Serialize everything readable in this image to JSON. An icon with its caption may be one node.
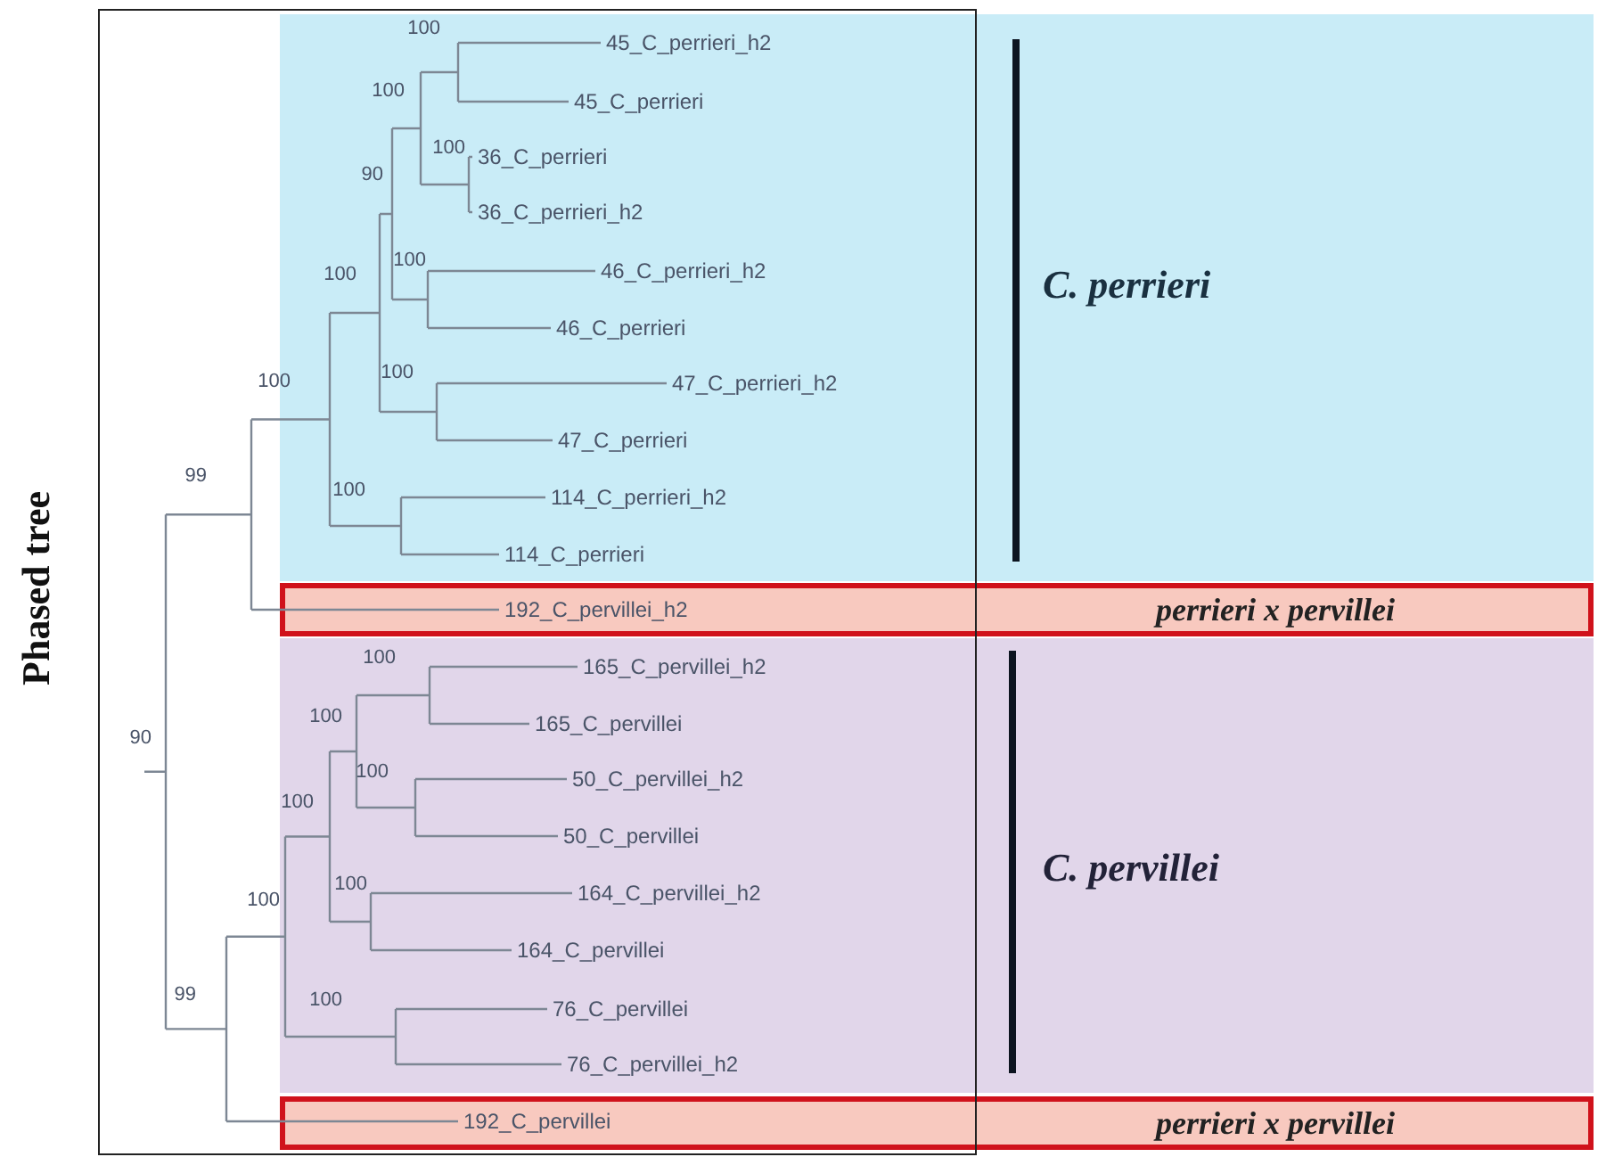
{
  "diagram": {
    "title": "Phased tree",
    "nodes": [
      {
        "text": [
          "C. perrieri"
        ]
      },
      {
        "text": [
          "perrieri x pervillei"
        ]
      },
      {
        "text": [
          "C. pervillei"
        ]
      },
      {
        "text": [
          "perrieri x pervillei"
        ]
      }
    ],
    "labels": [
      "45_C_perrieri_h2",
      "45_C_perrieri",
      "36_C_perrieri",
      "36_C_perrieri_h2",
      "46_C_perrieri_h2",
      "46_C_perrieri",
      "47_C_perrieri_h2",
      "47_C_perrieri",
      "114_C_perrieri_h2",
      "114_C_perrieri",
      "192_C_pervillei_h2",
      "165_C_pervillei_h2",
      "165_C_pervillei",
      "50_C_pervillei_h2",
      "50_C_pervillei",
      "164_C_pervillei_h2",
      "164_C_pervillei",
      "76_C_pervillei",
      "76_C_pervillei_h2",
      "192_C_pervillei",
      "100",
      "100",
      "100",
      "90",
      "100",
      "100",
      "100",
      "100",
      "99",
      "100",
      "90",
      "100",
      "100",
      "100",
      "100",
      "100",
      "100",
      "99",
      "100"
    ]
  }
}
